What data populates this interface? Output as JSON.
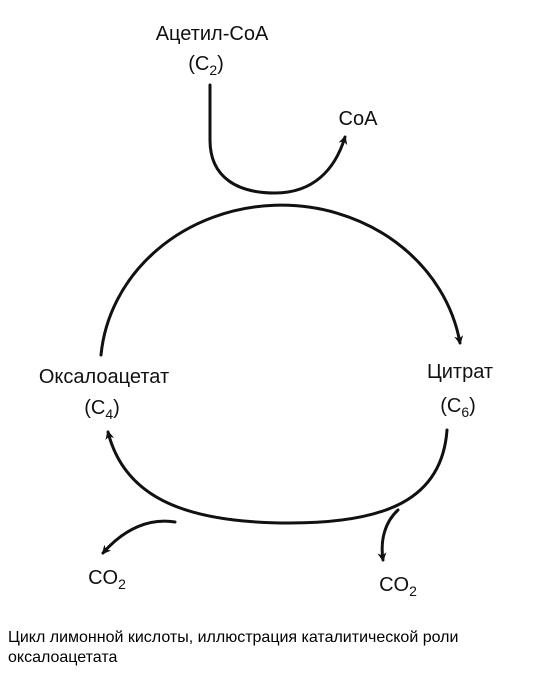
{
  "diagram": {
    "nodes": {
      "acetyl_coa": {
        "name": "Ацетил-CoA",
        "formula": {
          "base": "C",
          "sub": "2"
        }
      },
      "citrate": {
        "name": "Цитрат",
        "formula": {
          "base": "C",
          "sub": "6"
        }
      },
      "oxaloacetate": {
        "name": "Оксалоацетат",
        "formula": {
          "base": "C",
          "sub": "4"
        }
      }
    },
    "products": {
      "coa": "CoA",
      "co2_first": {
        "base": "CO",
        "sub": "2"
      },
      "co2_second": {
        "base": "CO",
        "sub": "2"
      }
    },
    "colors": {
      "stroke": "#111111",
      "text": "#111111"
    }
  },
  "caption": "Цикл лимонной кислоты, иллюстрация каталитической роли оксалоацетата"
}
